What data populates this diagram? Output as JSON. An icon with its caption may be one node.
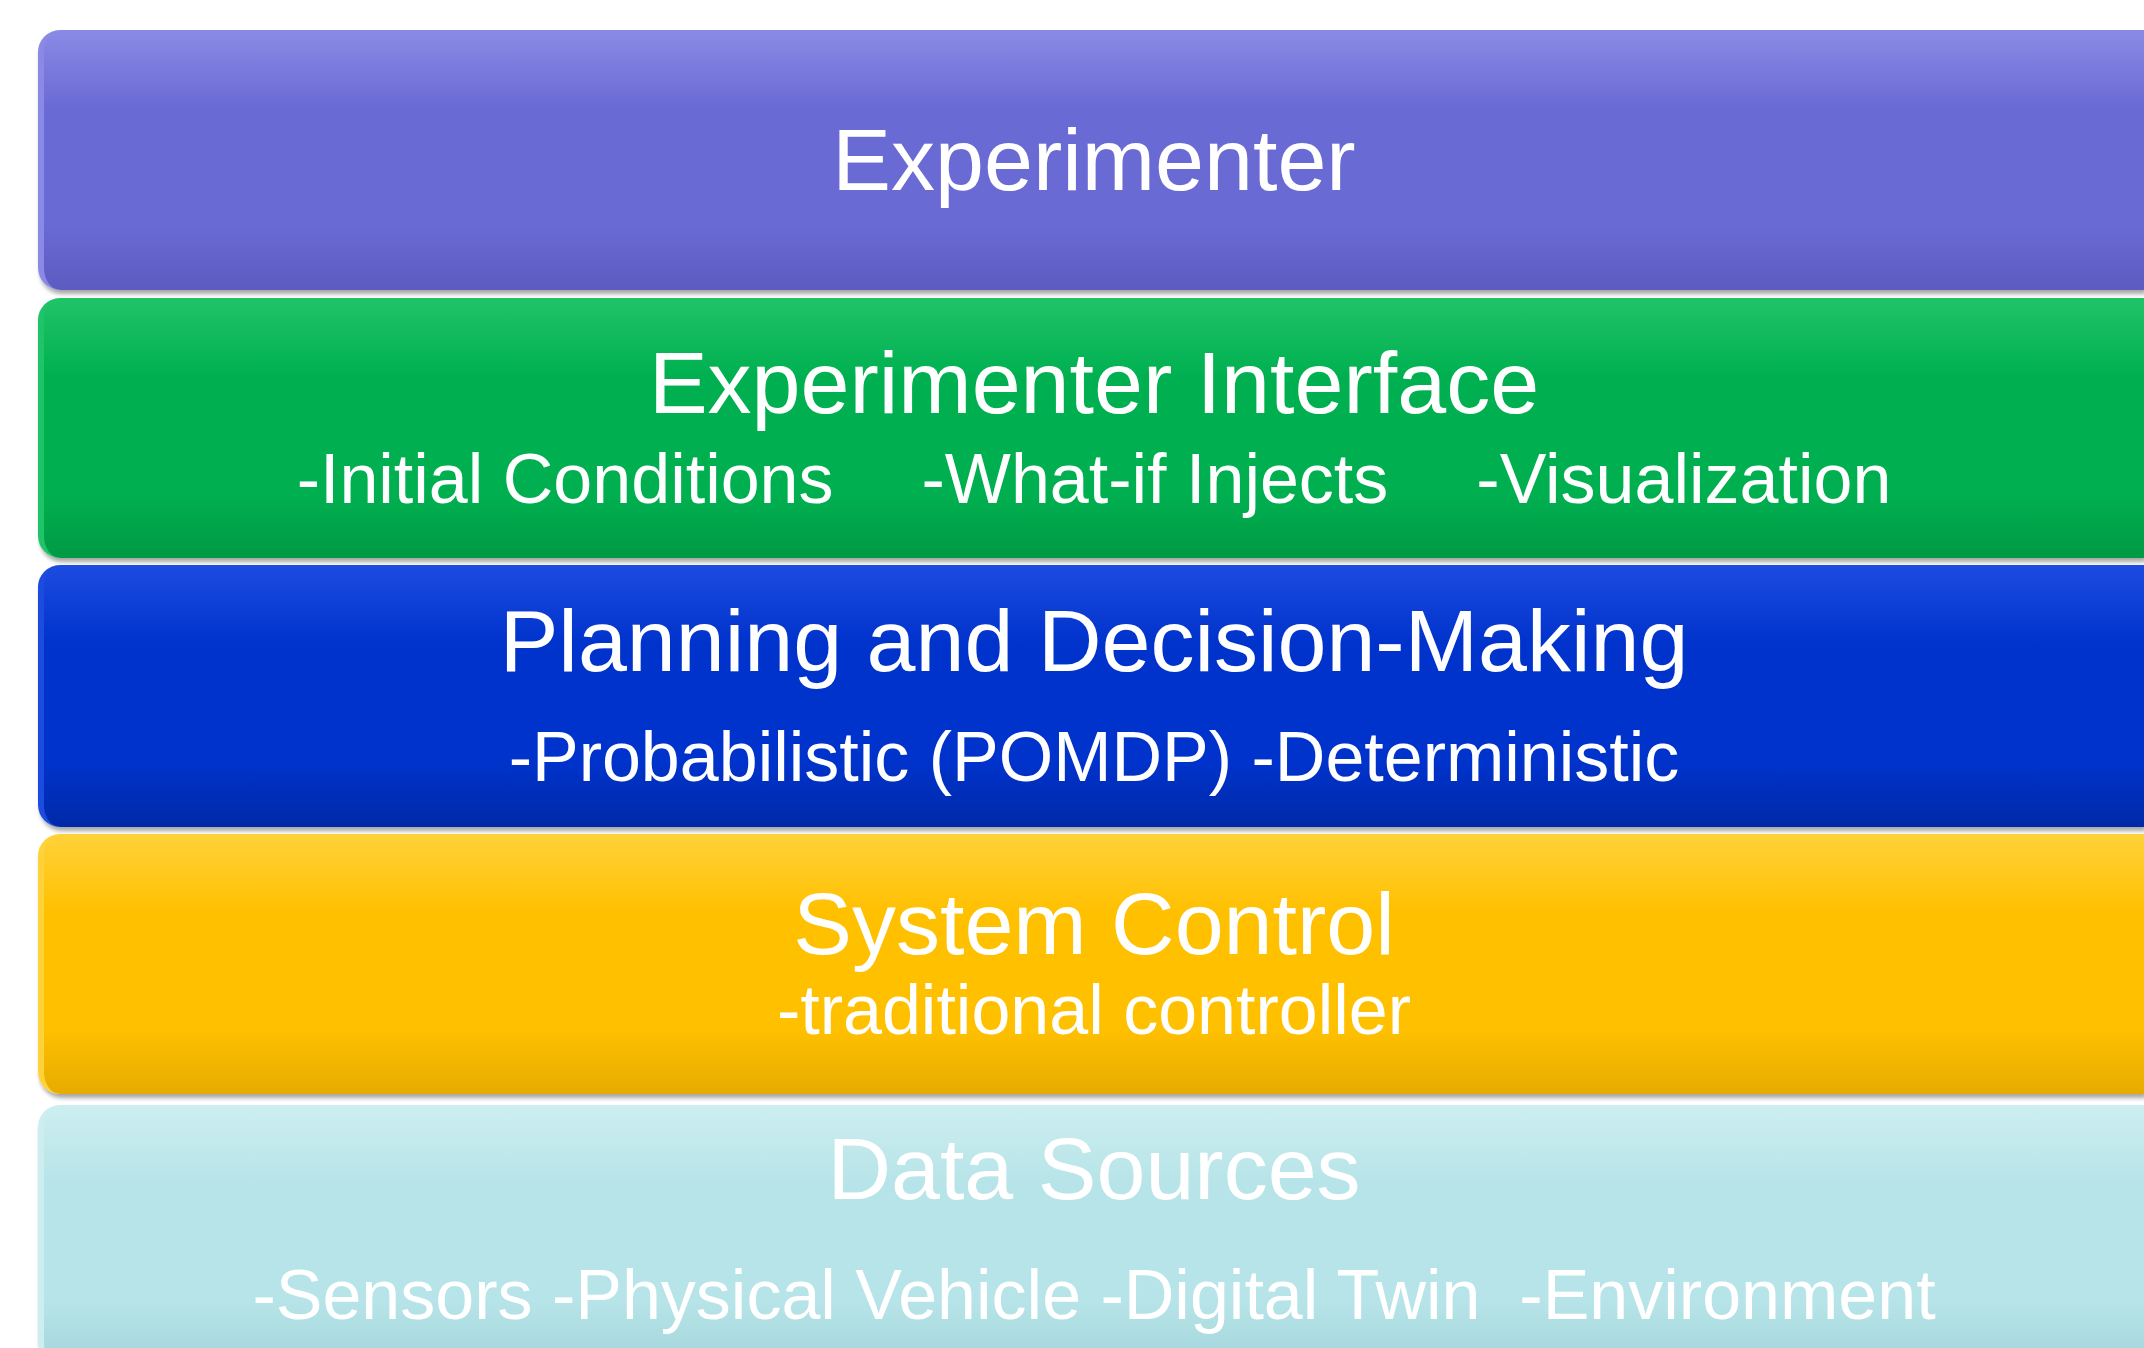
{
  "diagram": {
    "nodes": [
      {
        "text": [
          "Experimenter"
        ]
      },
      {
        "text": [
          "Experimenter Interface",
          "-Initial Conditions",
          "-What-if Injects",
          "-Visualization"
        ]
      },
      {
        "text": [
          "Planning and Decision-Making",
          "-Probabilistic (POMDP) -Deterministic"
        ]
      },
      {
        "text": [
          "System Control",
          "-traditional controller"
        ]
      },
      {
        "text": [
          "Data Sources",
          "-Sensors -Physical Vehicle -Digital Twin  -Environment"
        ]
      }
    ]
  }
}
